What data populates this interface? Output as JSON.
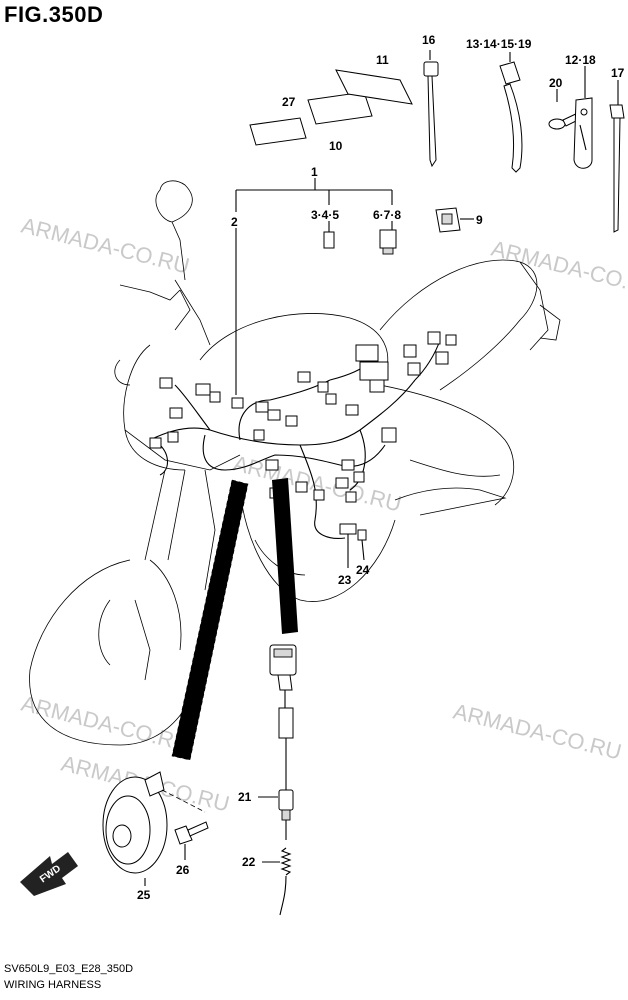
{
  "figure": {
    "title": "FIG.350D",
    "model_code": "SV650L9_E03_E28_350D",
    "name": "WIRING HARNESS"
  },
  "watermark": {
    "text": "ARMADA-CO.RU"
  },
  "direction_badge": {
    "label": "FWD"
  },
  "callouts": {
    "c1": "1",
    "c2": "2",
    "c345": "3·4·5",
    "c678": "6·7·8",
    "c9": "9",
    "c10": "10",
    "c11": "11",
    "c1215": "13·14·15·19",
    "c16": "16",
    "c1218": "12·18",
    "c17": "17",
    "c20": "20",
    "c21": "21",
    "c22": "22",
    "c23": "23",
    "c24": "24",
    "c25": "25",
    "c26": "26",
    "c27": "27"
  },
  "colors": {
    "line": "#000000",
    "watermark": "#c9c9c9",
    "part_fill": "#d8d8d8"
  }
}
